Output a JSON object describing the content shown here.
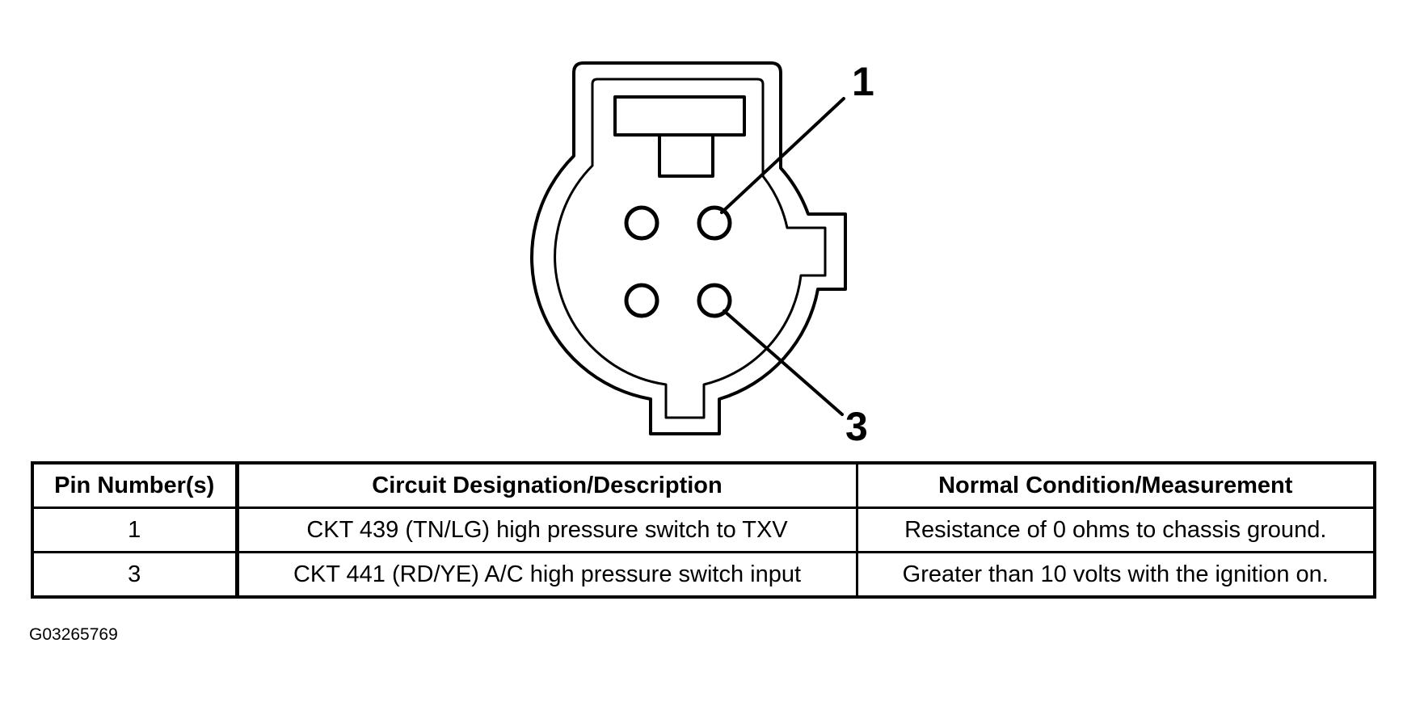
{
  "diagram": {
    "callouts": [
      "1",
      "3"
    ]
  },
  "table": {
    "headers": [
      "Pin Number(s)",
      "Circuit Designation/Description",
      "Normal Condition/Measurement"
    ],
    "rows": [
      [
        "1",
        "CKT 439 (TN/LG) high pressure switch to TXV",
        "Resistance of 0 ohms to chassis ground."
      ],
      [
        "3",
        "CKT 441 (RD/YE) A/C high pressure switch input",
        "Greater than 10 volts with the ignition on."
      ]
    ]
  },
  "figure_id": "G03265769"
}
